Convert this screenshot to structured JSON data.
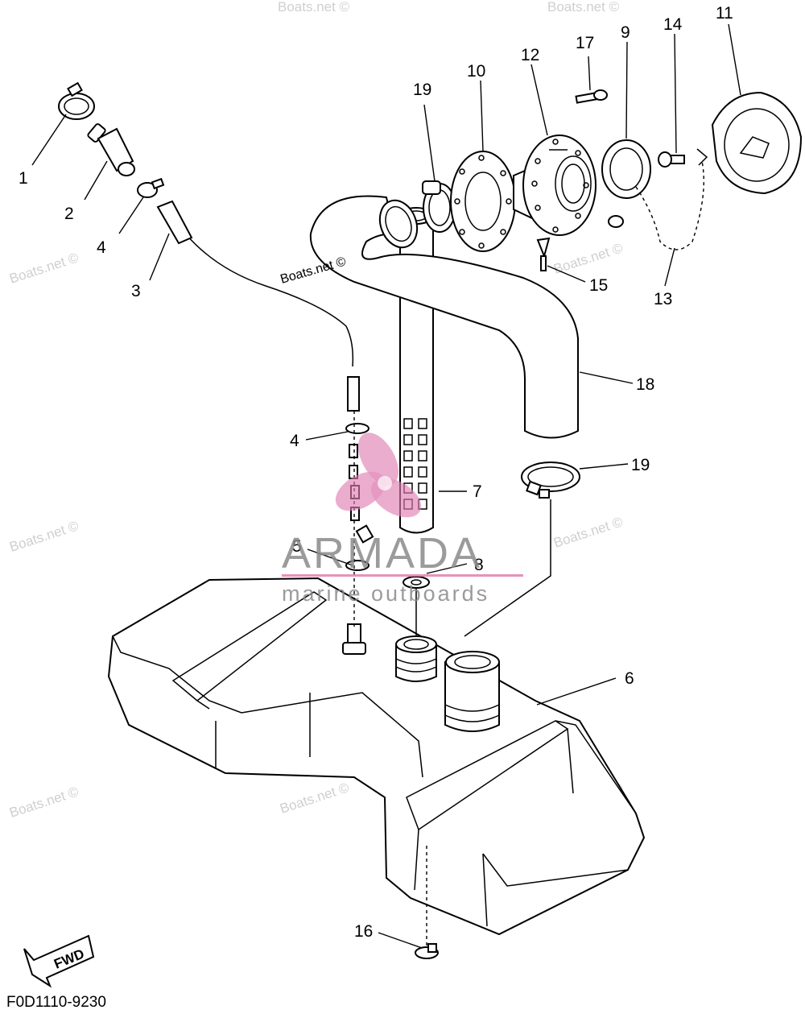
{
  "diagram": {
    "code": "F0D1110-9230",
    "fwd_label": "FWD",
    "inline_watermark": "Boats.net ©",
    "watermark_text": "Boats.net ©",
    "brand": {
      "name": "ARMADA",
      "tagline": "marine outboards",
      "accent": "#e07fb3",
      "gray": "#8a8a8a"
    },
    "callouts": [
      "1",
      "2",
      "3",
      "4",
      "4",
      "5",
      "6",
      "7",
      "8",
      "9",
      "10",
      "11",
      "12",
      "13",
      "14",
      "15",
      "16",
      "17",
      "18",
      "19",
      "19"
    ]
  }
}
